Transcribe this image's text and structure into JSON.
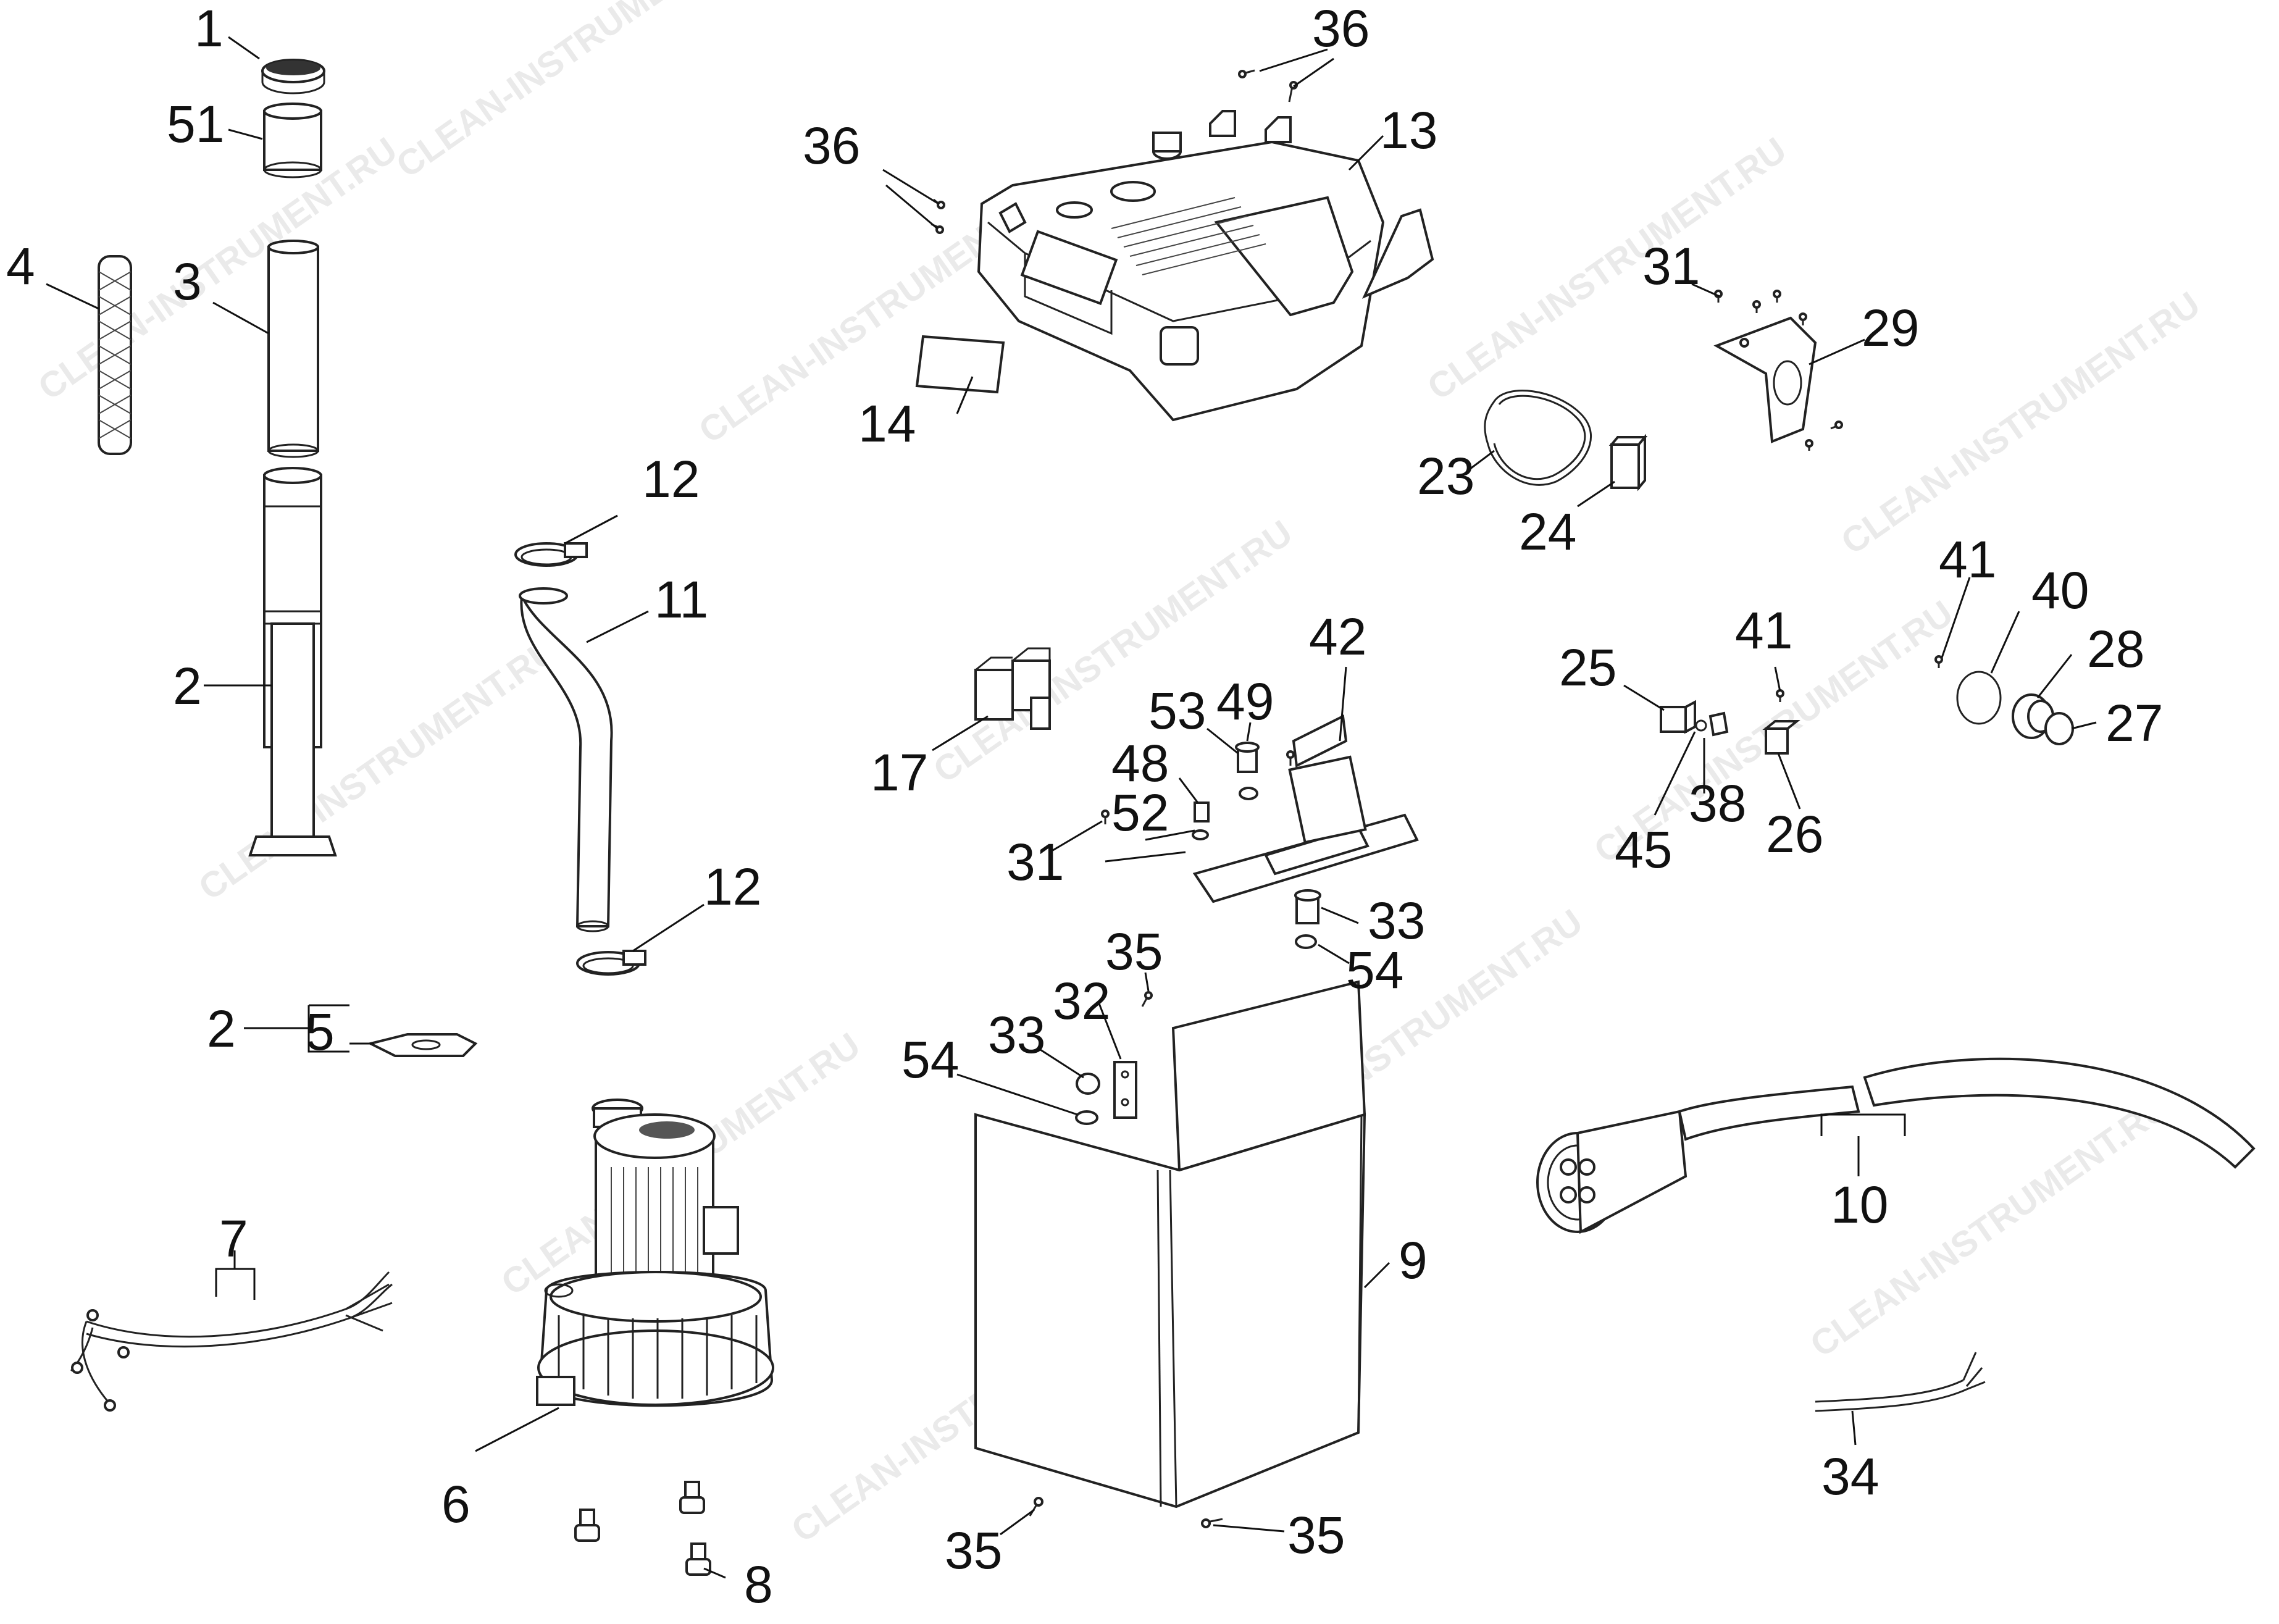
{
  "watermark": "CLEAN-INSTRUMENT.RU",
  "labels": {
    "p1": "1",
    "p51": "51",
    "p4": "4",
    "p3": "3",
    "p2_tube": "2",
    "p12_top": "12",
    "p11": "11",
    "p12_bottom": "12",
    "p2_group": "2",
    "p5": "5",
    "p7": "7",
    "p6": "6",
    "p8": "8",
    "p36_top": "36",
    "p36_left": "36",
    "p13": "13",
    "p14": "14",
    "p31_top": "31",
    "p29": "29",
    "p23": "23",
    "p24": "24",
    "p42": "42",
    "p53": "53",
    "p49": "49",
    "p48": "48",
    "p52": "52",
    "p31_mid": "31",
    "p17": "17",
    "p33_mid": "33",
    "p54_mid": "54",
    "p41_left": "41",
    "p41_right": "41",
    "p40": "40",
    "p28": "28",
    "p27": "27",
    "p25": "25",
    "p38": "38",
    "p45": "45",
    "p26": "26",
    "p35_top": "35",
    "p32": "32",
    "p33_left": "33",
    "p54_left": "54",
    "p9": "9",
    "p35_bl": "35",
    "p35_br": "35",
    "p10": "10",
    "p34": "34"
  }
}
